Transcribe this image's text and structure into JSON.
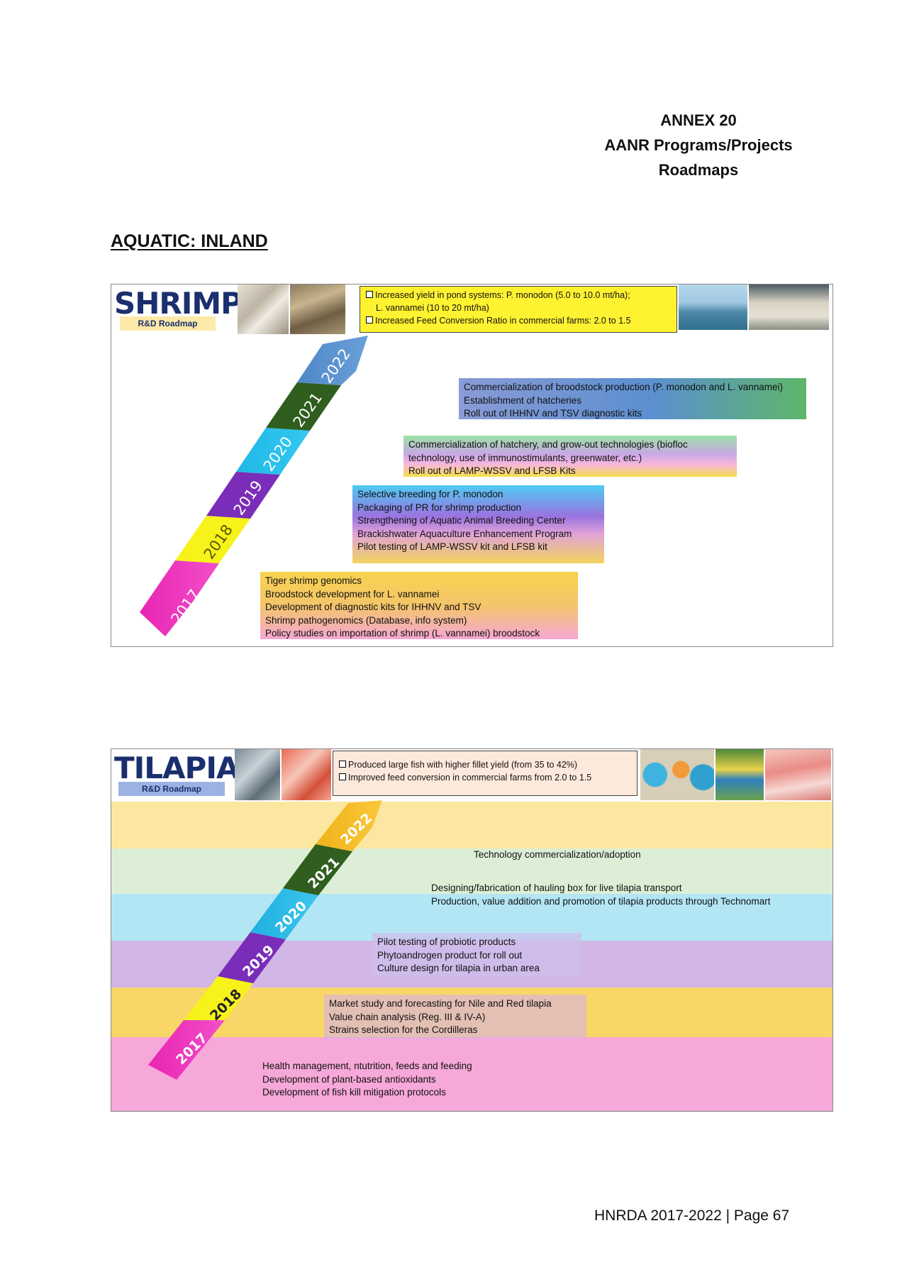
{
  "header": {
    "annex": "ANNEX 20",
    "subtitle": "AANR Programs/Projects",
    "subtitle2": "Roadmaps"
  },
  "section_title": "AQUATIC:  INLAND",
  "shrimp": {
    "logo": "SHRIMP",
    "logo_sub": "R&D Roadmap",
    "goals": [
      "Increased yield in pond systems:  P. monodon (5.0 to 10.0 mt/ha);",
      "L. vannamei (10 to 20 mt/ha)",
      "Increased Feed Conversion Ratio in commercial farms: 2.0 to 1.5"
    ],
    "years": [
      "2017",
      "2018",
      "2019",
      "2020",
      "2021",
      "2022"
    ],
    "milestones": [
      [
        "Commercialization of broodstock production (P. monodon and L. vannamei)",
        "Establishment of hatcheries",
        "Roll out of IHHNV and TSV diagnostic kits"
      ],
      [
        "Commercialization of hatchery, and grow-out technologies (biofloc",
        "technology, use of immunostimulants, greenwater, etc.)",
        "Roll out of LAMP-WSSV and LFSB Kits"
      ],
      [
        "Selective breeding for P. monodon",
        "Packaging of PR for shrimp production",
        "Strengthening of Aquatic Animal Breeding Center",
        "Brackishwater Aquaculture Enhancement Program",
        "Pilot testing of LAMP-WSSV kit and LFSB kit"
      ],
      [
        "Tiger shrimp genomics",
        "Broodstock development for L. vannamei",
        "Development of diagnostic kits for IHHNV and TSV",
        "Shrimp pathogenomics (Database, info system)",
        "Policy studies on importation of shrimp (L. vannamei) broodstock"
      ]
    ]
  },
  "tilapia": {
    "logo": "TILAPIA",
    "logo_sub": "R&D Roadmap",
    "goals": [
      "Produced large fish with higher fillet yield (from 35 to 42%)",
      "Improved feed conversion in commercial farms from 2.0 to 1.5"
    ],
    "years": [
      "2017",
      "2018",
      "2019",
      "2020",
      "2021",
      "2022"
    ],
    "milestones": [
      [
        "Technology commercialization/adoption"
      ],
      [
        "Designing/fabrication of hauling box for live tilapia transport",
        "Production, value addition and promotion of tilapia products through Technomart"
      ],
      [
        "Pilot testing of probiotic products",
        "Phytoandrogen product for roll out",
        "Culture design for tilapia in urban area"
      ],
      [
        "Market study and forecasting for Nile and Red tilapia",
        "Value chain analysis (Reg. III & IV-A)",
        "Strains selection for the Cordilleras"
      ],
      [
        "Health management, ntutrition, feeds and feeding",
        "Development of plant-based antioxidants",
        "Development of fish kill mitigation protocols"
      ]
    ]
  },
  "footer": "HNRDA 2017-2022  | Page  67"
}
